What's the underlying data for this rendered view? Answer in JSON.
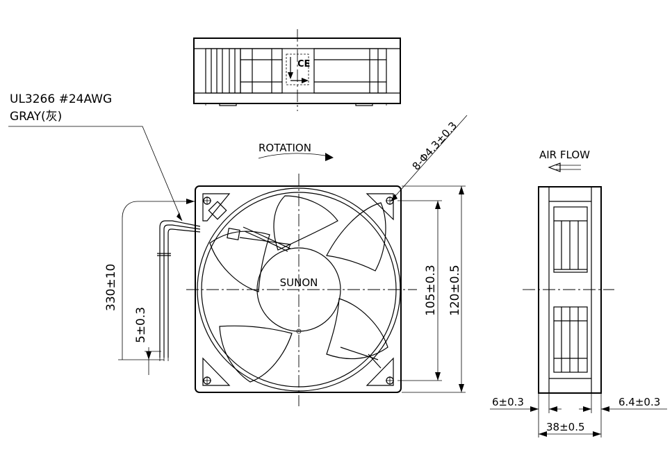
{
  "wire": {
    "spec": "UL3266  #24AWG",
    "color": "GRAY(灰)"
  },
  "rotation_label": "ROTATION",
  "airflow_label": "AIR FLOW",
  "brand": "SUNON",
  "ce_mark": "CE",
  "dims": {
    "holes": "8-Φ4.3±0.3",
    "lead_length": "330±10",
    "strip": "5±0.3",
    "hole_pitch": "105±0.3",
    "size": "120±0.5",
    "flange_left": "6±0.3",
    "flange_right": "6.4±0.3",
    "depth": "38±0.5"
  }
}
